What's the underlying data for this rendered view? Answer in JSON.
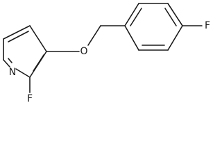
{
  "molecule": {
    "atoms": {
      "ring_nitrogen": "N",
      "pyridine_fluorine": "F",
      "ether_oxygen": "O",
      "phenyl_fluorine": "F"
    }
  },
  "colors": {
    "ink": "#1a1a1a",
    "background": "#ffffff"
  }
}
